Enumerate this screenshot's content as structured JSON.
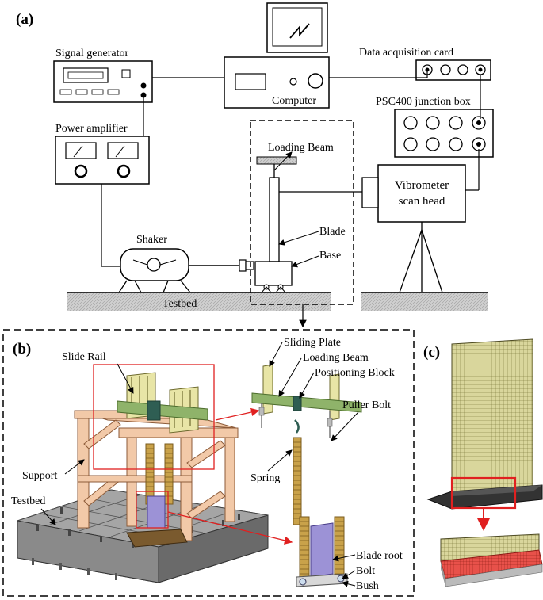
{
  "panel_a": {
    "tag": "(a)",
    "labels": {
      "signal_generator": "Signal generator",
      "computer": "Computer",
      "data_acquisition_card": "Data acquisition card",
      "psc400_junction_box": "PSC400 junction box",
      "power_amplifier": "Power amplifier",
      "loading_beam": "Loading Beam",
      "vibrometer_line1": "Vibrometer",
      "vibrometer_line2": "scan head",
      "blade": "Blade",
      "base": "Base",
      "shaker": "Shaker",
      "testbed": "Testbed"
    }
  },
  "panel_b": {
    "tag": "(b)",
    "labels": {
      "slide_rail": "Slide Rail",
      "sliding_plate": "Sliding Plate",
      "loading_beam": "Loading Beam",
      "positioning_block": "Positioning Block",
      "puller_bolt": "Puller Bolt",
      "spring": "Spring",
      "support": "Support",
      "testbed": "Testbed",
      "blade_root": "Blade root",
      "bolt": "Bolt",
      "bush": "Bush"
    }
  },
  "panel_c": {
    "tag": "(c)"
  },
  "colors": {
    "frame_wood": "#f2c9a8",
    "plate_yellow": "#e8e5a6",
    "beam_green": "#8fb36a",
    "spring_gold": "#c9a24a",
    "testbed_gray": "#9a9a9a",
    "blade_purple": "#9c92d6",
    "mesh_olive": "#d8d59a",
    "highlight_red": "#e02020",
    "hatch_gray": "#c8c8c8"
  }
}
